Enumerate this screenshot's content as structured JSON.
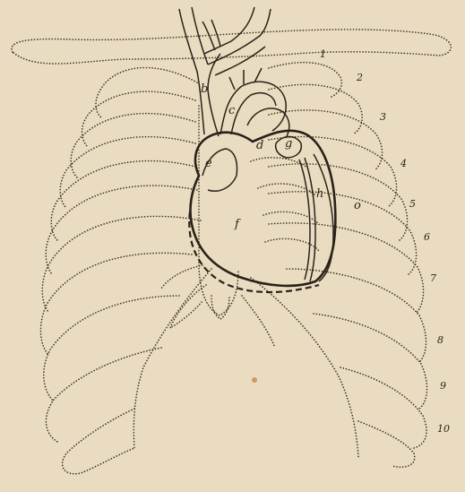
{
  "rib_numbers": [
    "1",
    "2",
    "3",
    "4",
    "5",
    "6",
    "7",
    "8",
    "9",
    "10"
  ],
  "structure_letters": [
    "b",
    "c",
    "d",
    "e",
    "f",
    "g",
    "h",
    "o"
  ],
  "colors": {
    "paper": "#e9dcc0",
    "ink": "#2a2219"
  }
}
